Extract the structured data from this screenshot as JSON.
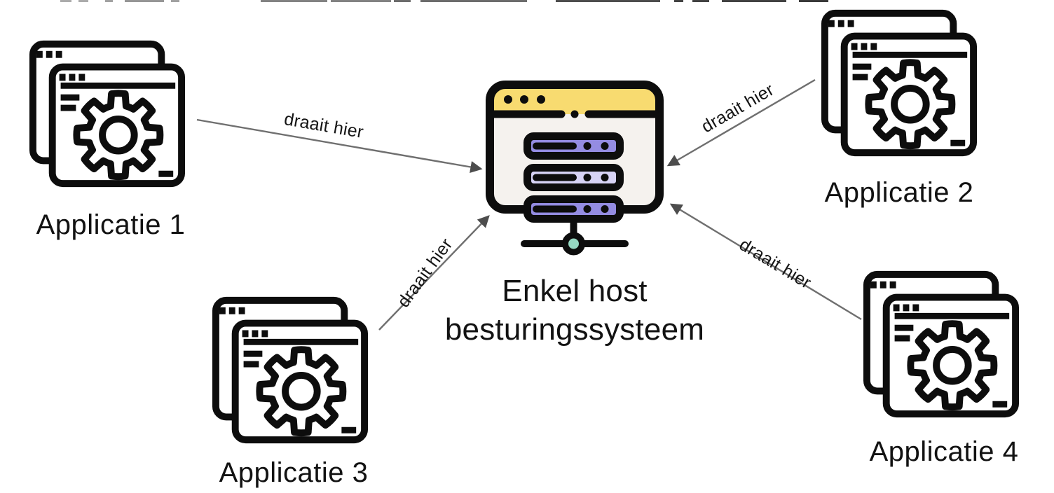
{
  "diagram": {
    "type": "architecture-diagram",
    "center": {
      "id": "host",
      "title_line1": "Enkel host",
      "title_line2": "besturingssysteem",
      "icon": "server-browser-window-icon"
    },
    "nodes": [
      {
        "id": "app1",
        "label": "Applicatie 1",
        "icon": "app-windows-gear-icon",
        "position": "top-left"
      },
      {
        "id": "app2",
        "label": "Applicatie 2",
        "icon": "app-windows-gear-icon",
        "position": "top-right"
      },
      {
        "id": "app3",
        "label": "Applicatie 3",
        "icon": "app-windows-gear-icon",
        "position": "bottom-left"
      },
      {
        "id": "app4",
        "label": "Applicatie 4",
        "icon": "app-windows-gear-icon",
        "position": "bottom-right"
      }
    ],
    "edges": [
      {
        "from": "app1",
        "to": "host",
        "label": "draait hier"
      },
      {
        "from": "app2",
        "to": "host",
        "label": "draait hier"
      },
      {
        "from": "app3",
        "to": "host",
        "label": "draait hier"
      },
      {
        "from": "app4",
        "to": "host",
        "label": "draait hier"
      }
    ],
    "colors": {
      "outline_black": "#0d0d0d",
      "window_body": "#f5f2ee",
      "titlebar_yellow": "#f8db70",
      "rack_purple": "#948ce2",
      "rack_light_purple": "#d7d3f5",
      "network_node_teal": "#96d8c2",
      "arrow_gray": "#6f6f6f"
    }
  },
  "artifacts": {
    "description": "bottoms of a cropped-off text line at top edge",
    "top_crop_marks": [
      [
        86,
        16,
        0.4
      ],
      [
        112,
        14,
        0.4
      ],
      [
        150,
        11,
        0.45
      ],
      [
        178,
        56,
        0.5
      ],
      [
        244,
        12,
        0.45
      ],
      [
        372,
        95,
        0.6
      ],
      [
        472,
        86,
        0.6
      ],
      [
        562,
        24,
        0.7
      ],
      [
        600,
        152,
        0.7
      ],
      [
        793,
        149,
        0.85
      ],
      [
        962,
        13,
        0.9
      ],
      [
        988,
        24,
        0.9
      ],
      [
        1030,
        92,
        0.9
      ],
      [
        1140,
        42,
        0.95
      ]
    ]
  }
}
